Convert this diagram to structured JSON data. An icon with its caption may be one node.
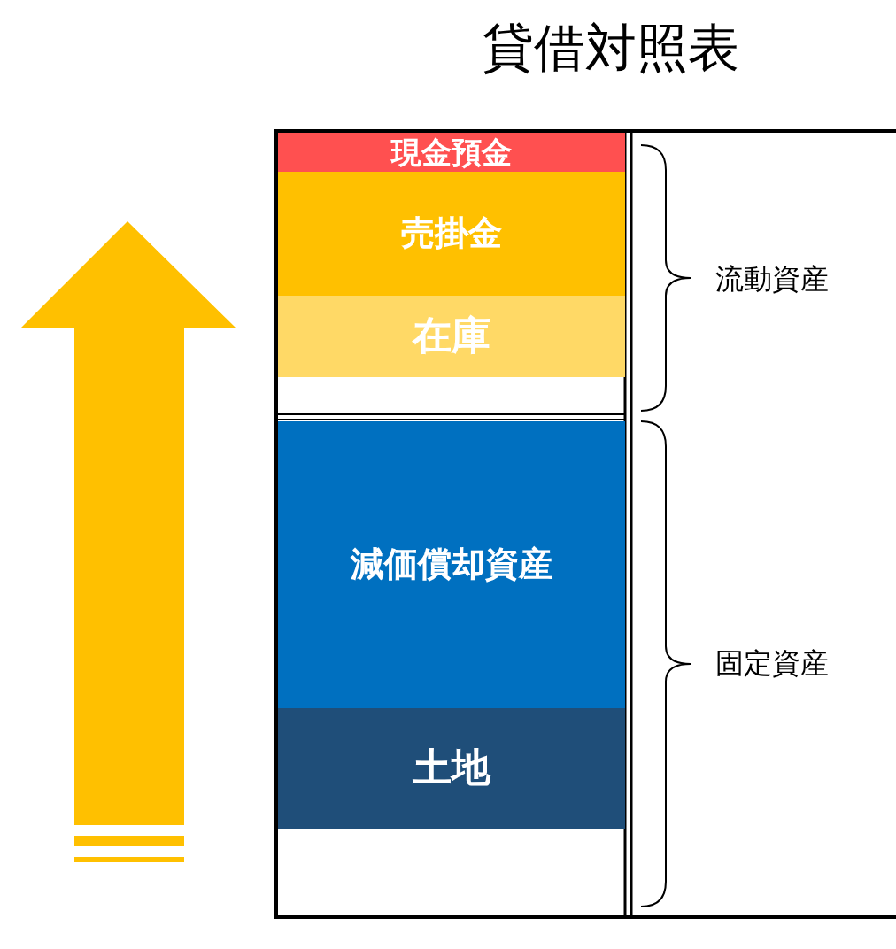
{
  "diagram": {
    "title": "貸借対照表",
    "nodes": [
      {
        "text": [
          "現金預金"
        ]
      },
      {
        "text": [
          "売掛金"
        ]
      },
      {
        "text": [
          "在庫"
        ]
      },
      {
        "text": [
          "減価償却資産"
        ]
      },
      {
        "text": [
          "土地"
        ]
      }
    ],
    "labels": [
      "流動資産",
      "固定資産"
    ]
  }
}
